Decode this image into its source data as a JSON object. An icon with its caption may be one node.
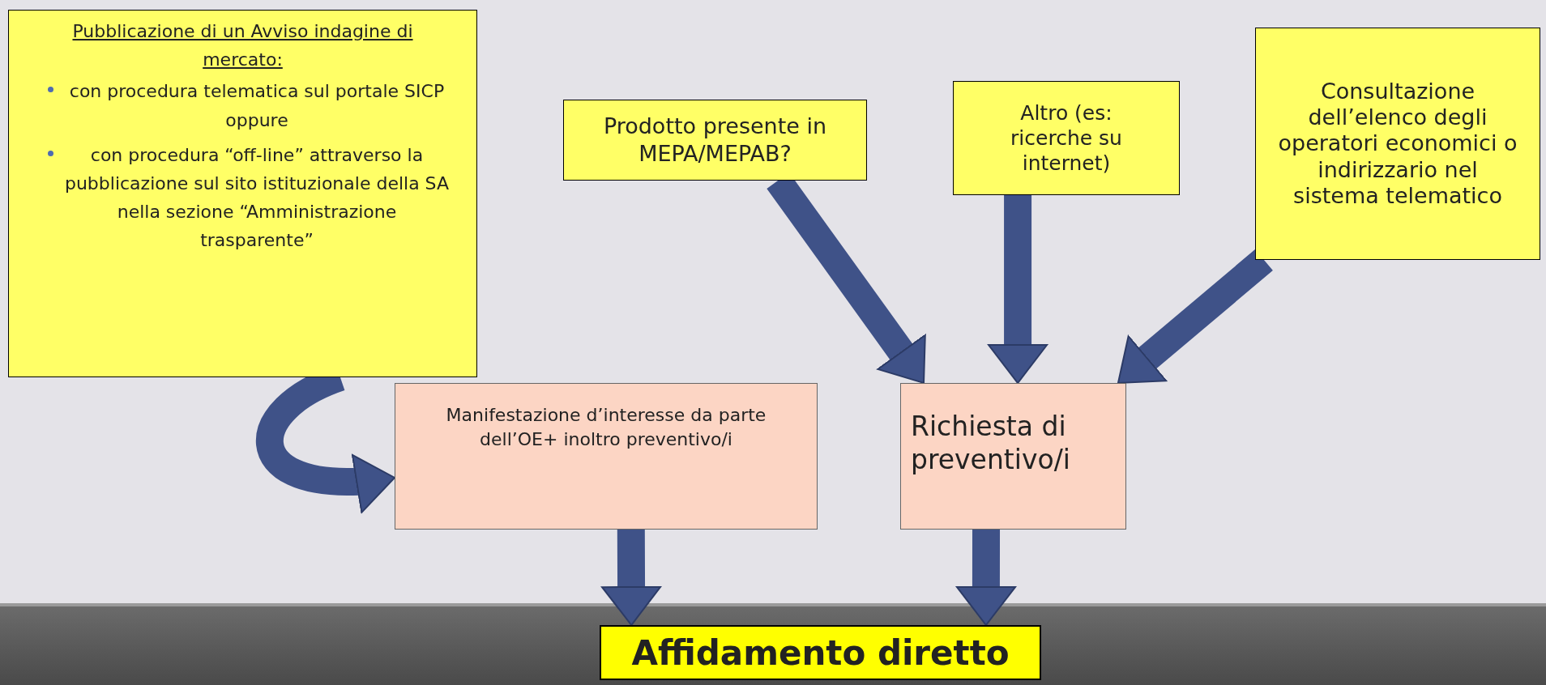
{
  "diagram": {
    "nodes": [
      {
        "text": [
          "Pubblicazione di un Avviso indagine di mercato:",
          "con procedura telematica sul portale SICP oppure",
          "con procedura “off-line” attraverso la pubblicazione sul sito istituzionale della SA nella sezione “Amministrazione trasparente”"
        ]
      },
      {
        "text": [
          "Prodotto presente in MEPA/MEPAB?"
        ]
      },
      {
        "text": [
          "Altro (es: ricerche su internet)"
        ]
      },
      {
        "text": [
          "Consultazione dell’elenco degli operatori economici o indirizzario nel sistema telematico"
        ]
      },
      {
        "text": [
          "Manifestazione d’interesse da parte dell’OE+ inoltro preventivo/i"
        ]
      },
      {
        "text": [
          "Richiesta di preventivo/i"
        ]
      },
      {
        "text": [
          "Affidamento diretto"
        ]
      }
    ],
    "edges": [
      {
        "from": 0,
        "to": 4,
        "arrow": "to"
      },
      {
        "from": 1,
        "to": 5,
        "arrow": "to"
      },
      {
        "from": 2,
        "to": 5,
        "arrow": "to"
      },
      {
        "from": 3,
        "to": 5,
        "arrow": "to"
      },
      {
        "from": 4,
        "to": 6,
        "arrow": "to"
      },
      {
        "from": 5,
        "to": 6,
        "arrow": "to"
      }
    ]
  }
}
